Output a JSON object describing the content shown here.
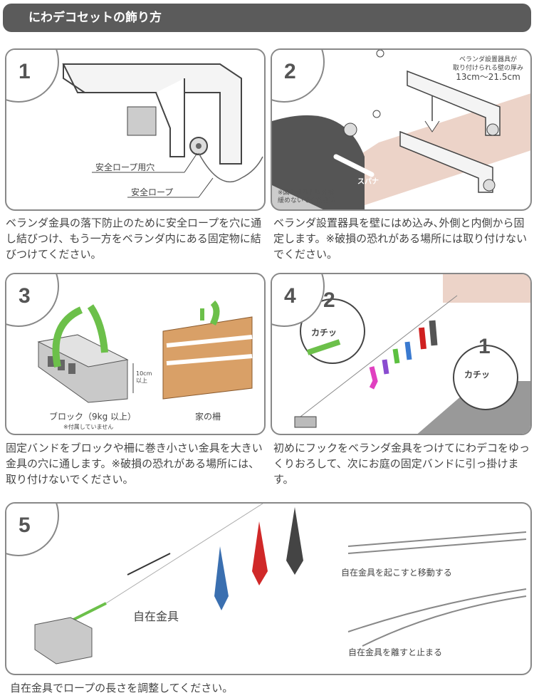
{
  "header": {
    "title": "にわデコセットの飾り方"
  },
  "steps": [
    {
      "number": "1",
      "labels": {
        "hole": "安全ロープ用穴",
        "rope": "安全ロープ"
      },
      "caption": "ベランダ金具の落下防止のために安全ロープを穴に通し結びつけ、もう一方をベランダ内にある固定物に結びつけてください。"
    },
    {
      "number": "2",
      "labels": {
        "thickness_line1": "ベランダ設置器具が",
        "thickness_line2": "取り付けられる壁の厚み",
        "thickness_range": "13cm〜21.5cm",
        "wrench": "スパナ",
        "note_line1": "※図のボルト以外は",
        "note_line2": "緩めないでください"
      },
      "caption": "ベランダ設置器具を壁にはめ込み､外側と内側から固定します。※破損の恐れがある場所には取り付けないでください。"
    },
    {
      "number": "3",
      "labels": {
        "block": "ブロック（9kg 以上）",
        "block_note": "※付属していません",
        "height_line1": "10cm",
        "height_line2": "以上",
        "fence": "家の柵"
      },
      "caption": "固定バンドをブロックや柵に巻き小さい金具を大きい金具の穴に通します。※破損の恐れがある場所には、取り付けないでください。"
    },
    {
      "number": "4",
      "labels": {
        "callout_num_2": "2",
        "callout_num_1": "1",
        "click_2": "カチッ",
        "click_1": "カチッ"
      },
      "caption": "初めにフックをベランダ金具をつけてにわデコをゆっくりおろして、次にお庭の固定バンドに引っ掛けます。"
    },
    {
      "number": "5",
      "labels": {
        "adjuster": "自在金具",
        "raise_to_move": "自在金具を起こすと移動する",
        "release_to_stop": "自在金具を離すと止まる"
      },
      "caption": "自在金具でロープの長さを調整してください。"
    }
  ],
  "colors": {
    "header": "#5b5b5b",
    "band": "#6cc04a",
    "wood": "#d9a067",
    "wall": "#ecd3c8"
  }
}
